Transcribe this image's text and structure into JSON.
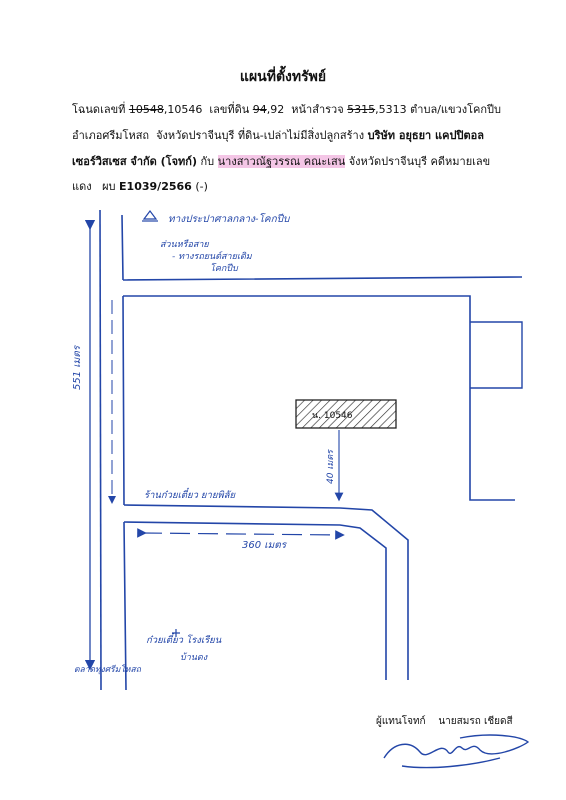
{
  "header": {
    "title": "แผนที่ตั้งทรัพย์"
  },
  "deed": {
    "label": "โฉนดเลขที่",
    "old_no": "10548",
    "new_no": ",10546",
    "land_label": "เลขที่ดิน",
    "land_old": "94",
    "land_new": ",92",
    "survey_label": "หน้าสำรวจ",
    "survey_old": "5315",
    "survey_new": ",5313",
    "subdistrict": "ตำบล/แขวงโคกปีบ",
    "district": "อำเภอศรีมโหสถ",
    "province": "จังหวัดปราจีนบุรี",
    "land_status": "ที่ดิน-เปล่าไม่มีสิ่งปลูกสร้าง",
    "plaintiff": "บริษัท อยุธยา แคปปิตอล",
    "plaintiff_2": "เซอร์วิสเซส จำกัด (โจทก์)",
    "with": "กับ",
    "defendant": "นางสาวณัฐวรรณ คณะเสน",
    "court": "จังหวัดปราจีนบุรี คดีหมายเลข",
    "case_color": "แดง",
    "case_prefix": "ผบ",
    "case_no": "E1039/2566",
    "case_suffix": "(-)"
  },
  "map": {
    "top_note": "ทางประปาศาลกลาง-โคกปีบ",
    "left_note_1": "ส่วนหรือสาย",
    "left_note_2": "- ทางรถยนต์สายเดิม",
    "left_note_3": "โคกปีบ",
    "vertical_distance": "551 เมตร",
    "plot_label": "น. 10546",
    "plot_distance": "40 เมตร",
    "shop_note": "ร้านก๋วยเตี๋ยว ยายพิลัย",
    "horizontal_distance": "360 เมตร",
    "bottom_note_1": "ก๋วยเตี๋ยว โรงเรียน",
    "bottom_note_2": "บ้านดง",
    "bottom_left_note": "ตลาดทุ่งศรีมโหสถ"
  },
  "signature": {
    "role": "ผู้แทนโจทก์",
    "name": "นายสมรถ เชียดสี"
  },
  "colors": {
    "ink": "#111111",
    "pen": "#2346a8",
    "highlight": "#f4c6e6"
  }
}
